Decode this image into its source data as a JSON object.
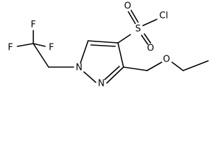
{
  "molecule": {
    "atoms": {
      "f_top": "F",
      "f_left": "F",
      "f_right": "F",
      "n1": "N",
      "n2": "N",
      "s": "S",
      "o_top": "O",
      "o_bottom": "O",
      "cl": "Cl",
      "o_ether": "O"
    }
  }
}
